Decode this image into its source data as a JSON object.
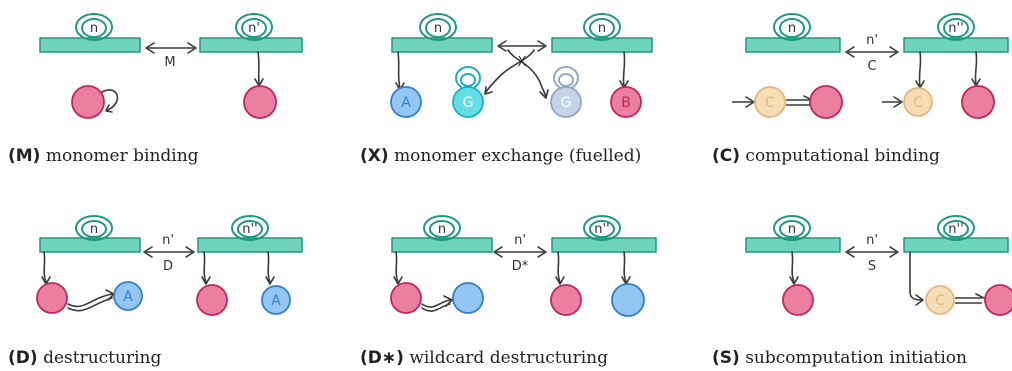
{
  "colors": {
    "bar_fill": "#6fd4bb",
    "bar_stroke": "#1f9a7e",
    "red_fill": "#ea7fa0",
    "red_stroke": "#c2265a",
    "blue_fill": "#93c7f2",
    "blue_stroke": "#2f7fcf",
    "cyan_fill": "#63dde6",
    "cyan_stroke": "#17b1bf",
    "grey_fill": "#c4d3e8",
    "grey_stroke": "#93a7c4",
    "orange_fill": "#f7ddb6",
    "orange_stroke": "#e3b77c",
    "ink": "#3a3a3a"
  },
  "panels": {
    "M": {
      "tag": "(M)",
      "caption": "monomer binding",
      "left_node": "n",
      "right_node": "n'",
      "arrow_top": "",
      "arrow_bottom": "M"
    },
    "X": {
      "tag": "(X)",
      "caption": "monomer exchange (fuelled)",
      "left_node": "n",
      "right_node": "n",
      "arrow_top": "",
      "arrow_bottom": "X",
      "monomers": [
        "A",
        "G",
        "G",
        "B"
      ]
    },
    "C": {
      "tag": "(C)",
      "caption": "computational binding",
      "left_node": "n",
      "right_node": "n''",
      "arrow_top": "n'",
      "arrow_bottom": "C",
      "monomers": [
        "C",
        "C"
      ]
    },
    "D": {
      "tag": "(D)",
      "caption": "destructuring",
      "left_node": "n",
      "right_node": "n''",
      "arrow_top": "n'",
      "arrow_bottom": "D",
      "monomers": [
        "A",
        "A"
      ]
    },
    "Dstar": {
      "tag": "(D∗)",
      "caption": "wildcard destructuring",
      "left_node": "n",
      "right_node": "n''",
      "arrow_top": "n'",
      "arrow_bottom": "D*"
    },
    "S": {
      "tag": "(S)",
      "caption": "subcomputation initiation",
      "left_node": "n",
      "right_node": "n''",
      "arrow_top": "n'",
      "arrow_bottom": "S",
      "monomers": [
        "C"
      ]
    }
  }
}
